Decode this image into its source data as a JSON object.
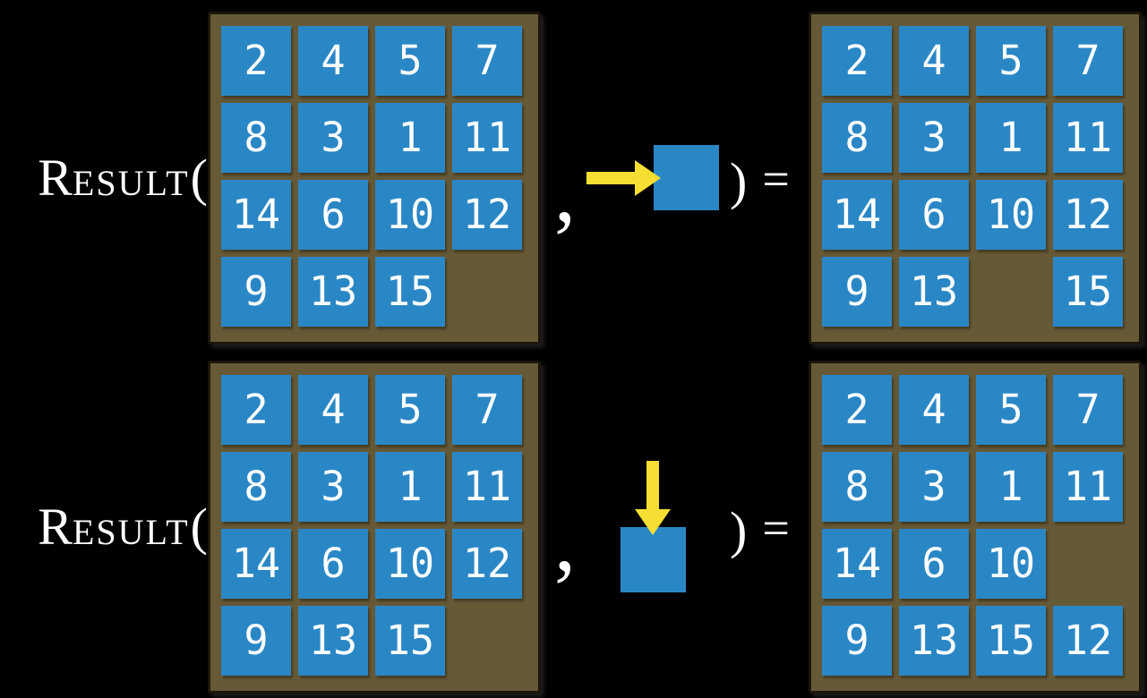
{
  "colors": {
    "background": "#000000",
    "board_brown": "#665936",
    "board_border": "#1c160a",
    "tile_blue": "#2a87c6",
    "arrow_yellow": "#f6df32",
    "text_white": "#ffffff"
  },
  "labels": {
    "function_initial": "R",
    "function_rest": "ESULT",
    "open_paren": "(",
    "comma": ",",
    "close_paren": ")",
    "equals": "="
  },
  "equation_rows": [
    {
      "action_icon": "yellow-right-arrow-into-blue-tile",
      "input_board": [
        [
          "2",
          "4",
          "5",
          "7"
        ],
        [
          "8",
          "3",
          "1",
          "11"
        ],
        [
          "14",
          "6",
          "10",
          "12"
        ],
        [
          "9",
          "13",
          "15",
          ""
        ]
      ],
      "output_board": [
        [
          "2",
          "4",
          "5",
          "7"
        ],
        [
          "8",
          "3",
          "1",
          "11"
        ],
        [
          "14",
          "6",
          "10",
          "12"
        ],
        [
          "9",
          "13",
          "",
          "15"
        ]
      ]
    },
    {
      "action_icon": "yellow-down-arrow-into-blue-tile",
      "input_board": [
        [
          "2",
          "4",
          "5",
          "7"
        ],
        [
          "8",
          "3",
          "1",
          "11"
        ],
        [
          "14",
          "6",
          "10",
          "12"
        ],
        [
          "9",
          "13",
          "15",
          ""
        ]
      ],
      "output_board": [
        [
          "2",
          "4",
          "5",
          "7"
        ],
        [
          "8",
          "3",
          "1",
          "11"
        ],
        [
          "14",
          "6",
          "10",
          ""
        ],
        [
          "9",
          "13",
          "15",
          "12"
        ]
      ]
    }
  ]
}
